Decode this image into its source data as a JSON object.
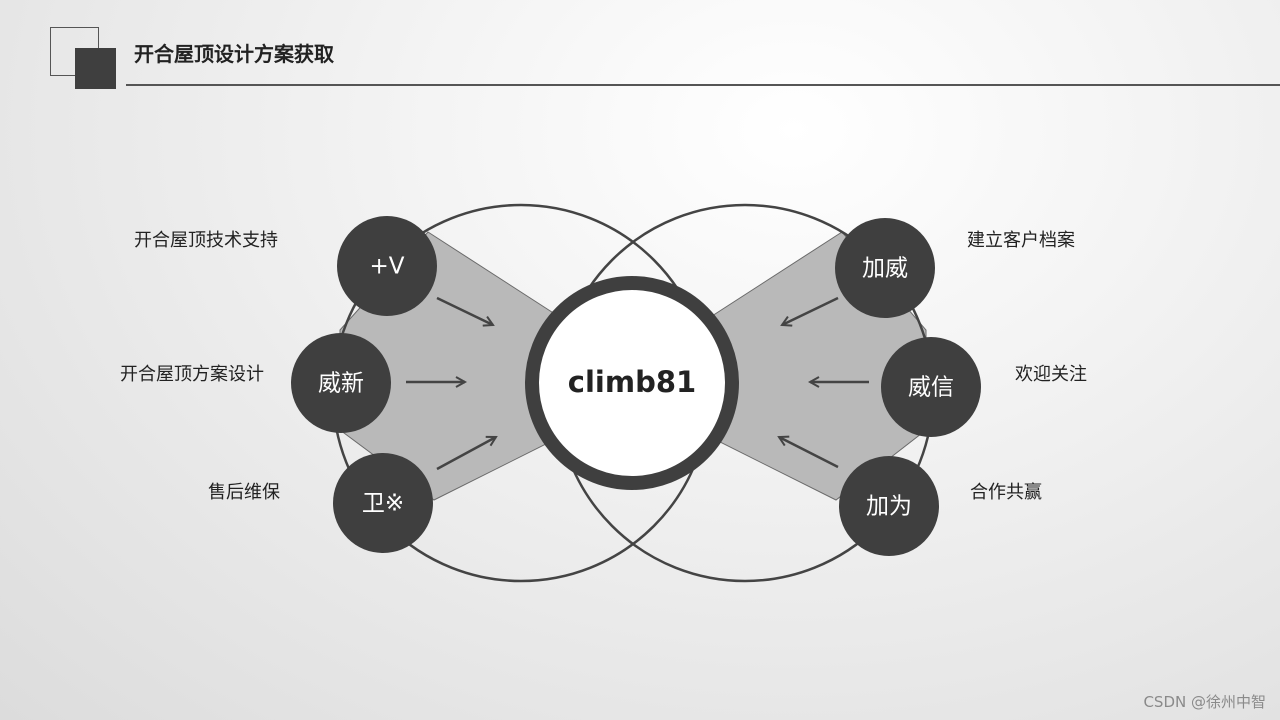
{
  "header": {
    "title": "开合屋顶设计方案获取"
  },
  "diagram": {
    "center_label": "climb81",
    "left_nodes": [
      {
        "text": "+V",
        "label": "开合屋顶技术支持"
      },
      {
        "text": "威新",
        "label": "开合屋顶方案设计"
      },
      {
        "text": "卫※",
        "label": "售后维保"
      }
    ],
    "right_nodes": [
      {
        "text": "加威",
        "label": "建立客户档案"
      },
      {
        "text": "威信",
        "label": "欢迎关注"
      },
      {
        "text": "加为",
        "label": "合作共赢"
      }
    ]
  },
  "footer": {
    "watermark": "CSDN @徐州中智"
  },
  "colors": {
    "node_fill": "#3f3f3f",
    "wedge_fill": "#b9b9b9",
    "ring_stroke": "#444444",
    "center_fill": "#ffffff"
  }
}
